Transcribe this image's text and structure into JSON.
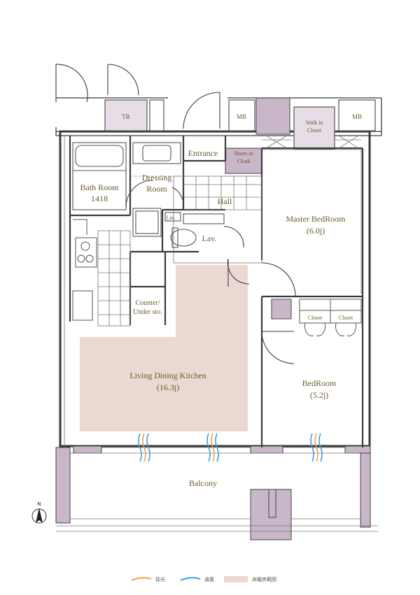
{
  "rooms": {
    "tr": "TR",
    "mb_left": "MB",
    "mb_right": "MB",
    "walk_in_closet_1": "Walk in",
    "walk_in_closet_2": "Closet",
    "entrance": "Entrance",
    "shoes_in_closet_1": "Shoes in",
    "shoes_in_closet_2": "Cloak",
    "bath_room": "Bath Room",
    "bath_size": "1418",
    "dressing_room_1": "Dressing",
    "dressing_room_2": "Room",
    "hall": "Hall",
    "lin": "Lin.",
    "lav": "Lav.",
    "master_bedroom": "Master BedRoom",
    "master_bedroom_size": "(6.0j)",
    "counter_1": "Counter/",
    "counter_2": "Under sto.",
    "closet_a": "Closet",
    "closet_b": "Closet",
    "ldk": "Living Dining Kitchen",
    "ldk_size": "(16.3j)",
    "bedroom": "BedRoom",
    "bedroom_size": "(5.2j)",
    "balcony": "Balcony"
  },
  "compass": {
    "north": "N"
  },
  "legend": [
    {
      "label": "採光",
      "color": "#f0a040"
    },
    {
      "label": "通風",
      "color": "#3aa0e0"
    },
    {
      "label": "床暖房範囲",
      "color": "#e9d9d2"
    }
  ],
  "colors": {
    "wall": "#3a3a3a",
    "pillar": "#c9b6c9",
    "floor_heating": "#e9d9d2",
    "label": "#6b5a2c"
  }
}
